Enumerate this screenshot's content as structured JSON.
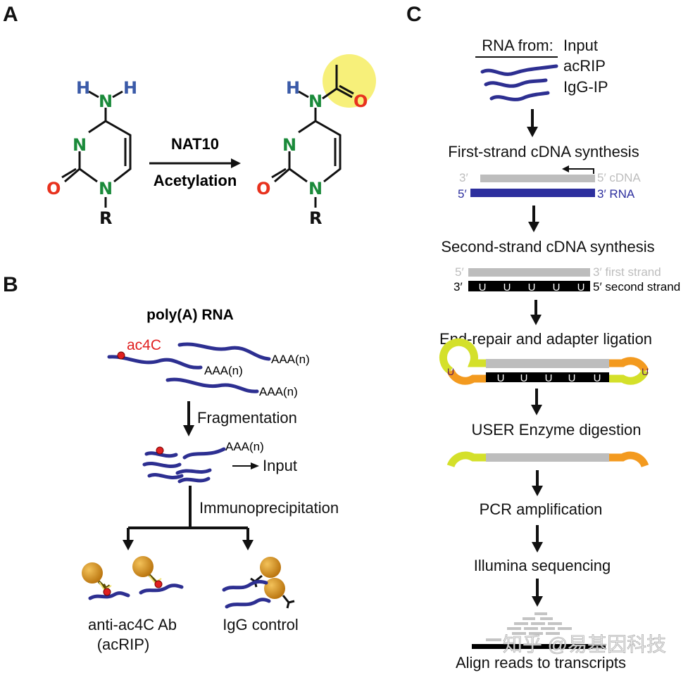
{
  "panels": {
    "a": "A",
    "b": "B",
    "c": "C"
  },
  "colors": {
    "rna": "#2d2f91",
    "ac4c": "#e02020",
    "nitrogen": "#1a8a3a",
    "hydrogen": "#3a5aa8",
    "oxygen": "#e8321e",
    "highlight": "#f7f07a",
    "adapter_yellow": "#d4e02a",
    "adapter_orange": "#f39a1f",
    "bead": "#d8921c",
    "strand_gray": "#bdbdbd"
  },
  "panel_a": {
    "atoms": {
      "h": "H",
      "n": "N",
      "o": "O",
      "r": "R"
    },
    "enzyme": "NAT10",
    "reaction": "Acetylation"
  },
  "panel_b": {
    "title": "poly(A) RNA",
    "ac4c": "ac4C",
    "polya": "AAA(n)",
    "fragmentation": "Fragmentation",
    "input": "Input",
    "immunoprecipitation": "Immunoprecipitation",
    "anti_ab": "anti-ac4C Ab",
    "acrip": "(acRIP)",
    "igg_control": "IgG control"
  },
  "panel_c": {
    "rna_from": "RNA from:",
    "sources": [
      "Input",
      "acRIP",
      "IgG-IP"
    ],
    "steps": [
      "First-strand cDNA synthesis",
      "Second-strand cDNA synthesis",
      "End-repair and adapter ligation",
      "USER Enzyme digestion",
      "PCR amplification",
      "Illumina sequencing",
      "Align reads to transcripts"
    ],
    "first_strand": {
      "cdna_left": "3′",
      "cdna_right": "5′ cDNA",
      "rna_left": "5′",
      "rna_right": "3′ RNA"
    },
    "second_strand": {
      "first_left": "5′",
      "first_right": "3′ first strand",
      "second_left": "3′",
      "second_right": "5′ second strand"
    },
    "uracil": "U"
  },
  "watermark": "知乎 @易基因科技"
}
